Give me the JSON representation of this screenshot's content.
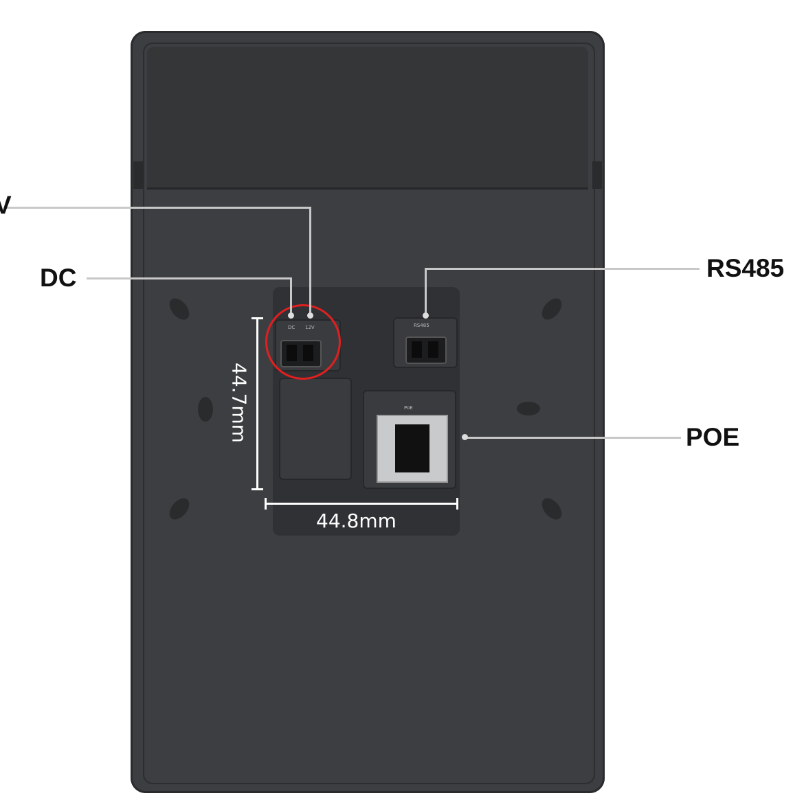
{
  "labels": {
    "top_left_partial": "V",
    "dc": "DC",
    "rs485": "RS485",
    "poe": "POE"
  },
  "dimensions": {
    "height": "44.7mm",
    "width": "44.8mm"
  },
  "module_markings": {
    "dc": "DC",
    "v12": "12V",
    "rs485": "RS485",
    "poe": "PoE"
  },
  "colors": {
    "device_body": "#3d3e41",
    "highlight_circle": "#e02020",
    "leader_line": "#c8c8c8"
  }
}
